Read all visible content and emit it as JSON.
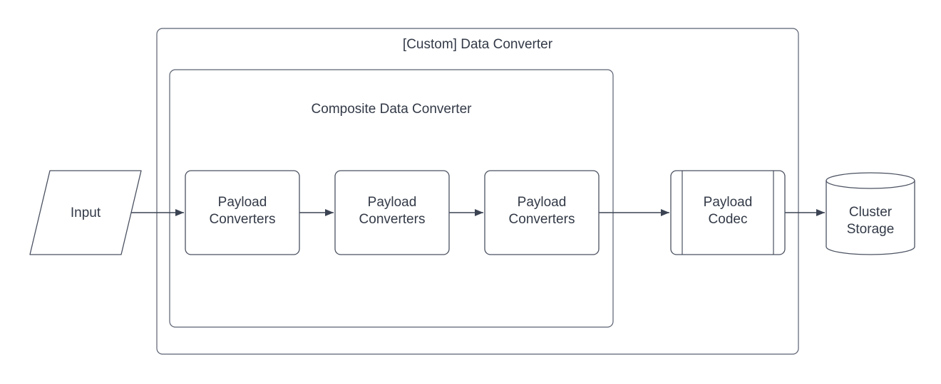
{
  "colors": {
    "background": "#ffffff",
    "container_stroke": "#596070",
    "node_stroke": "#4a5160",
    "arrow": "#3b4353",
    "text": "#333a47"
  },
  "diagram": {
    "outer_group": {
      "title": "[Custom] Data Converter"
    },
    "inner_group": {
      "title": "Composite Data Converter"
    },
    "nodes": {
      "input": {
        "label": "Input",
        "shape": "parallelogram"
      },
      "converter1": {
        "lines": [
          "Payload",
          "Converters"
        ],
        "shape": "rounded-rectangle"
      },
      "converter2": {
        "lines": [
          "Payload",
          "Converters"
        ],
        "shape": "rounded-rectangle"
      },
      "converter3": {
        "lines": [
          "Payload",
          "Converters"
        ],
        "shape": "rounded-rectangle"
      },
      "codec": {
        "lines": [
          "Payload",
          "Codec"
        ],
        "shape": "predefined-process"
      },
      "storage": {
        "lines": [
          "Cluster",
          "Storage"
        ],
        "shape": "cylinder"
      }
    },
    "connections": [
      {
        "from": "input",
        "to": "converter1"
      },
      {
        "from": "converter1",
        "to": "converter2"
      },
      {
        "from": "converter2",
        "to": "converter3"
      },
      {
        "from": "converter3",
        "to": "codec"
      },
      {
        "from": "codec",
        "to": "storage"
      }
    ]
  }
}
